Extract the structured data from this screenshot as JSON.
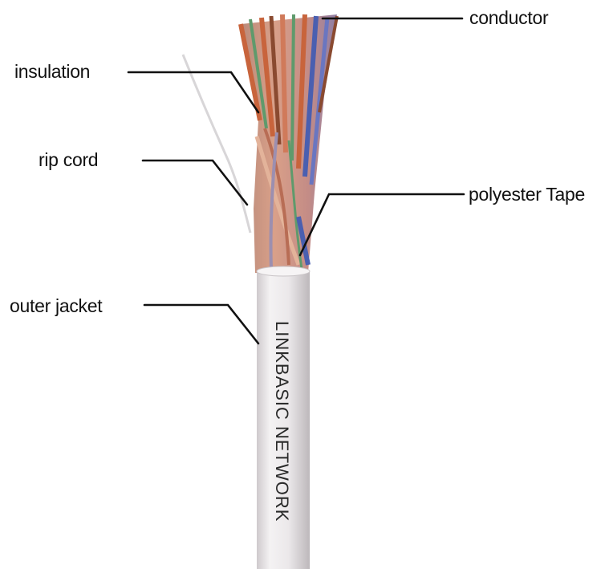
{
  "labels": {
    "conductor": "conductor",
    "insulation": "insulation",
    "rip_cord": "rip cord",
    "polyester_tape": "polyester Tape",
    "outer_jacket": "outer jacket"
  },
  "jacket_print": "LINKBASIC NETWORK",
  "colors": {
    "jacket": "#e9e6e8",
    "conductor_orange": "#c8643c",
    "conductor_blue": "#4a5fb0",
    "conductor_green": "#5f9a6c",
    "conductor_brown": "#8a4a30",
    "tape": "#cfc4c8"
  }
}
